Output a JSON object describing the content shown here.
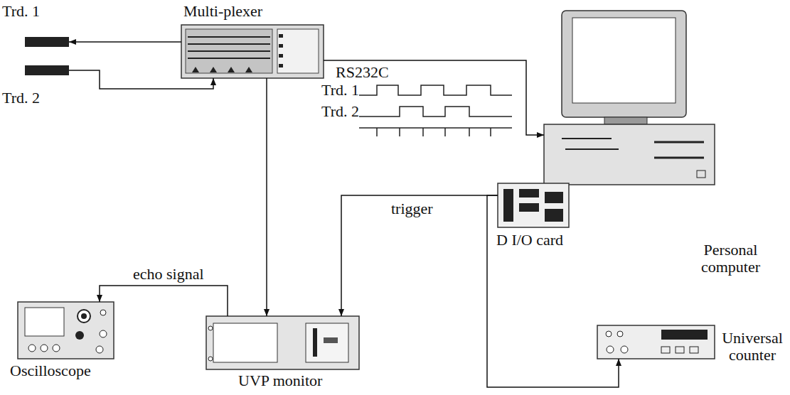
{
  "diagram": {
    "nodes": [
      {
        "text": [
          "Trd. 1"
        ]
      },
      {
        "text": [
          "Multi-plexer"
        ]
      },
      {
        "text": [
          "Trd. 2"
        ]
      },
      {
        "text": [
          "Personal computer"
        ]
      },
      {
        "text": [
          "D I/O card"
        ]
      },
      {
        "text": [
          "Oscilloscope"
        ]
      },
      {
        "text": [
          "UVP monitor"
        ]
      },
      {
        "text": [
          "Universal counter"
        ]
      }
    ],
    "edges": [
      {
        "from": 1,
        "to": 0,
        "arrow": "to"
      },
      {
        "from": 2,
        "to": 1,
        "arrow": "to"
      },
      {
        "from": 1,
        "to": 3,
        "label": "RS232C",
        "arrow": "to"
      },
      {
        "from": 1,
        "to": 6,
        "arrow": "to"
      },
      {
        "from": 4,
        "to": 6,
        "label": "trigger",
        "arrow": "to"
      },
      {
        "from": 4,
        "to": 7,
        "arrow": "to"
      },
      {
        "from": 6,
        "to": 5,
        "label": "echo signal",
        "arrow": "to"
      }
    ],
    "labels": [
      "Trd. 1",
      "Trd. 2"
    ]
  }
}
